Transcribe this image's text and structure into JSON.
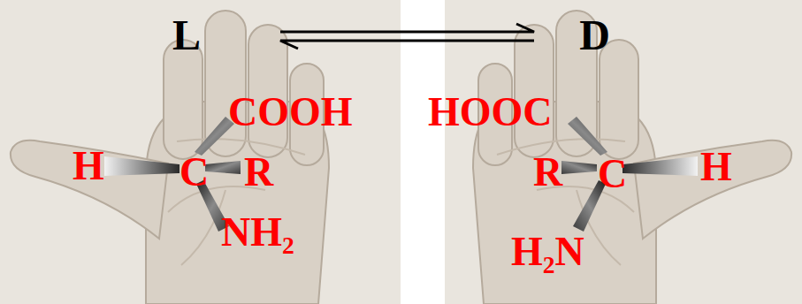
{
  "diagram": {
    "nodes": [
      {
        "text": [
          "COOH",
          "H",
          "C",
          "R",
          "NH₂"
        ]
      },
      {
        "text": [
          "L"
        ],
        "in": 0
      },
      {
        "text": [
          "HOOC",
          "R",
          "C",
          "H",
          "H₂N"
        ]
      },
      {
        "text": [
          "D"
        ],
        "in": 2
      }
    ],
    "edges": [
      {
        "from": 1,
        "to": 3,
        "arrow": "both"
      }
    ]
  }
}
